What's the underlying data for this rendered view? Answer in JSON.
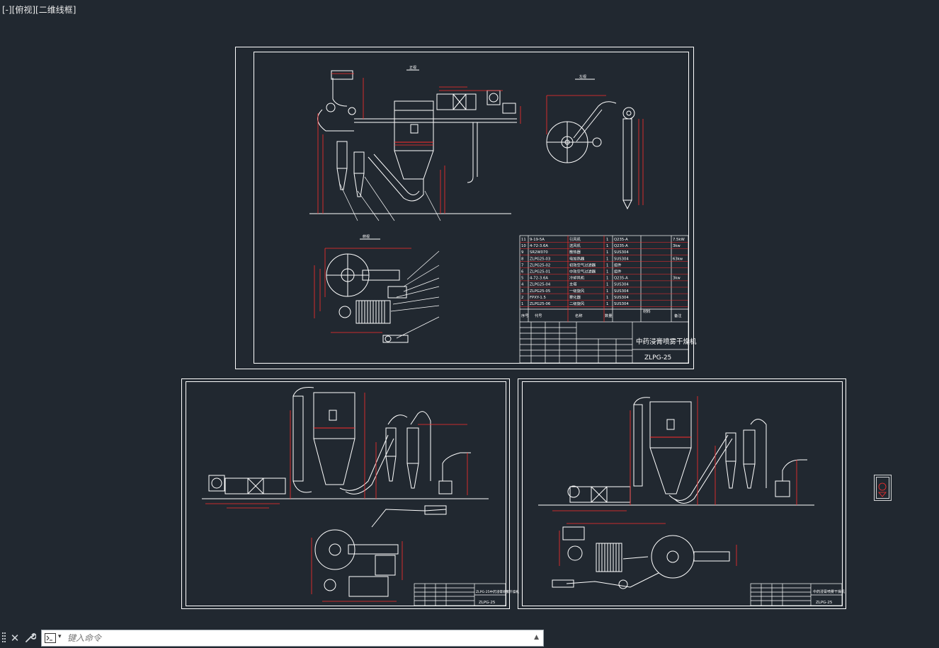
{
  "viewport": {
    "label": "[-][俯视][二维线框]"
  },
  "sheet1": {
    "views": {
      "front": "正视",
      "side": "左视",
      "top": "俯视"
    },
    "bom": [
      {
        "no": "11",
        "code": "9-19-5A",
        "name": "引风机",
        "qty": "1",
        "mat": "Q235-A",
        "note": "7.5kW"
      },
      {
        "no": "10",
        "code": "4-72-3.6A",
        "name": "送风机",
        "qty": "1",
        "mat": "Q235-A",
        "note": "3kw"
      },
      {
        "no": "9",
        "code": "SR2W070",
        "name": "散热器",
        "qty": "1",
        "mat": "SUS304",
        "note": ""
      },
      {
        "no": "8",
        "code": "ZLPG25-03",
        "name": "电加热器",
        "qty": "1",
        "mat": "SUS304",
        "note": "63kw"
      },
      {
        "no": "7",
        "code": "ZLPG25-02",
        "name": "初效空气过滤器",
        "qty": "1",
        "mat": "组件",
        "note": ""
      },
      {
        "no": "6",
        "code": "ZLPG25-01",
        "name": "中效空气过滤器",
        "qty": "1",
        "mat": "组件",
        "note": ""
      },
      {
        "no": "5",
        "code": "4-72-3.6A",
        "name": "冷却风机",
        "qty": "1",
        "mat": "Q235-A",
        "note": "3kw"
      },
      {
        "no": "4",
        "code": "ZLPG25-04",
        "name": "主塔",
        "qty": "1",
        "mat": "SUS304",
        "note": ""
      },
      {
        "no": "3",
        "code": "ZLPG25-05",
        "name": "一级旋风",
        "qty": "1",
        "mat": "SUS304",
        "note": ""
      },
      {
        "no": "2",
        "code": "FPXY-1.5",
        "name": "雾化器",
        "qty": "1",
        "mat": "SUS304",
        "note": ""
      },
      {
        "no": "1",
        "code": "ZLPG25-06",
        "name": "二级旋风",
        "qty": "1",
        "mat": "SUS304",
        "note": ""
      }
    ],
    "bom_header": {
      "no": "序号",
      "code": "代号",
      "name": "名称",
      "qty": "数量",
      "mat": "材料",
      "note": "备注"
    },
    "title": "中药浸膏喷雾干燥机",
    "model": "ZLPG-25"
  },
  "sheet2": {
    "title": "ZLPG-25中药浸膏喷雾干燥机",
    "model": "ZLPG-25"
  },
  "sheet3": {
    "title": "中药浸膏喷雾干燥机",
    "model": "ZLPG-25"
  },
  "colors": {
    "background": "#212830",
    "linework": "#ffffff",
    "dimension": "#ff2d2d",
    "annotation": "#f2e94e"
  },
  "command": {
    "placeholder": "键入命令"
  }
}
